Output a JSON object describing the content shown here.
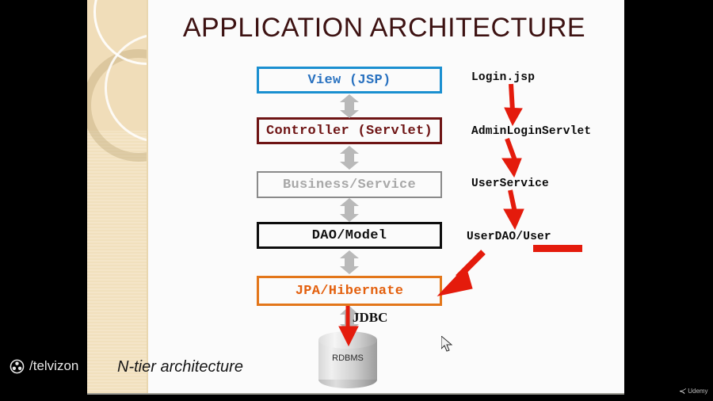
{
  "slide": {
    "title": "APPLICATION ARCHITECTURE",
    "caption": "N-tier architecture",
    "colors": {
      "title": "#3d1212",
      "view_blue": "#1a8fd0",
      "controller_red": "#6e1414",
      "business_grey": "#a8a8a8",
      "dao_black": "#111111",
      "jpa_orange": "#e3600e",
      "annotation_red": "#e41b0c",
      "arrow_grey": "#b5b5b5",
      "sidebar_beige": "#f3e3c4"
    },
    "layers": [
      {
        "id": "view",
        "label": "View (JSP)"
      },
      {
        "id": "controller",
        "label": "Controller (Servlet)"
      },
      {
        "id": "business",
        "label": "Business/Service"
      },
      {
        "id": "dao",
        "label": "DAO/Model"
      },
      {
        "id": "jpa",
        "label": "JPA/Hibernate"
      }
    ],
    "connector_label": "JDBC",
    "database": {
      "label": "RDBMS"
    },
    "examples": [
      {
        "id": "login-jsp",
        "label": "Login.jsp"
      },
      {
        "id": "admin-login-servlet",
        "label": "AdminLoginServlet"
      },
      {
        "id": "user-service",
        "label": "UserService"
      },
      {
        "id": "user-dao-user",
        "label": "UserDAO/User"
      }
    ]
  },
  "watermarks": {
    "channel": "/telvizon",
    "platform": "Udemy"
  }
}
